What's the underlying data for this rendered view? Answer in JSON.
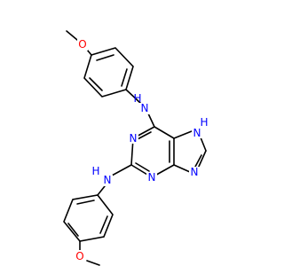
{
  "molecule": {
    "atoms": {
      "o_top": "O",
      "nh_top": "H",
      "nh_top_n": "N",
      "n_ring_left": "N",
      "n_ring_bottom": "N",
      "nh_imid": "H",
      "nh_imid_n": "N",
      "n_imid_bottom": "N",
      "nh_bottom": "H",
      "nh_bottom_n": "N",
      "o_bottom": "O"
    },
    "colors": {
      "bond": "#000000",
      "nitrogen": "#0000ff",
      "oxygen": "#ff0000"
    }
  }
}
